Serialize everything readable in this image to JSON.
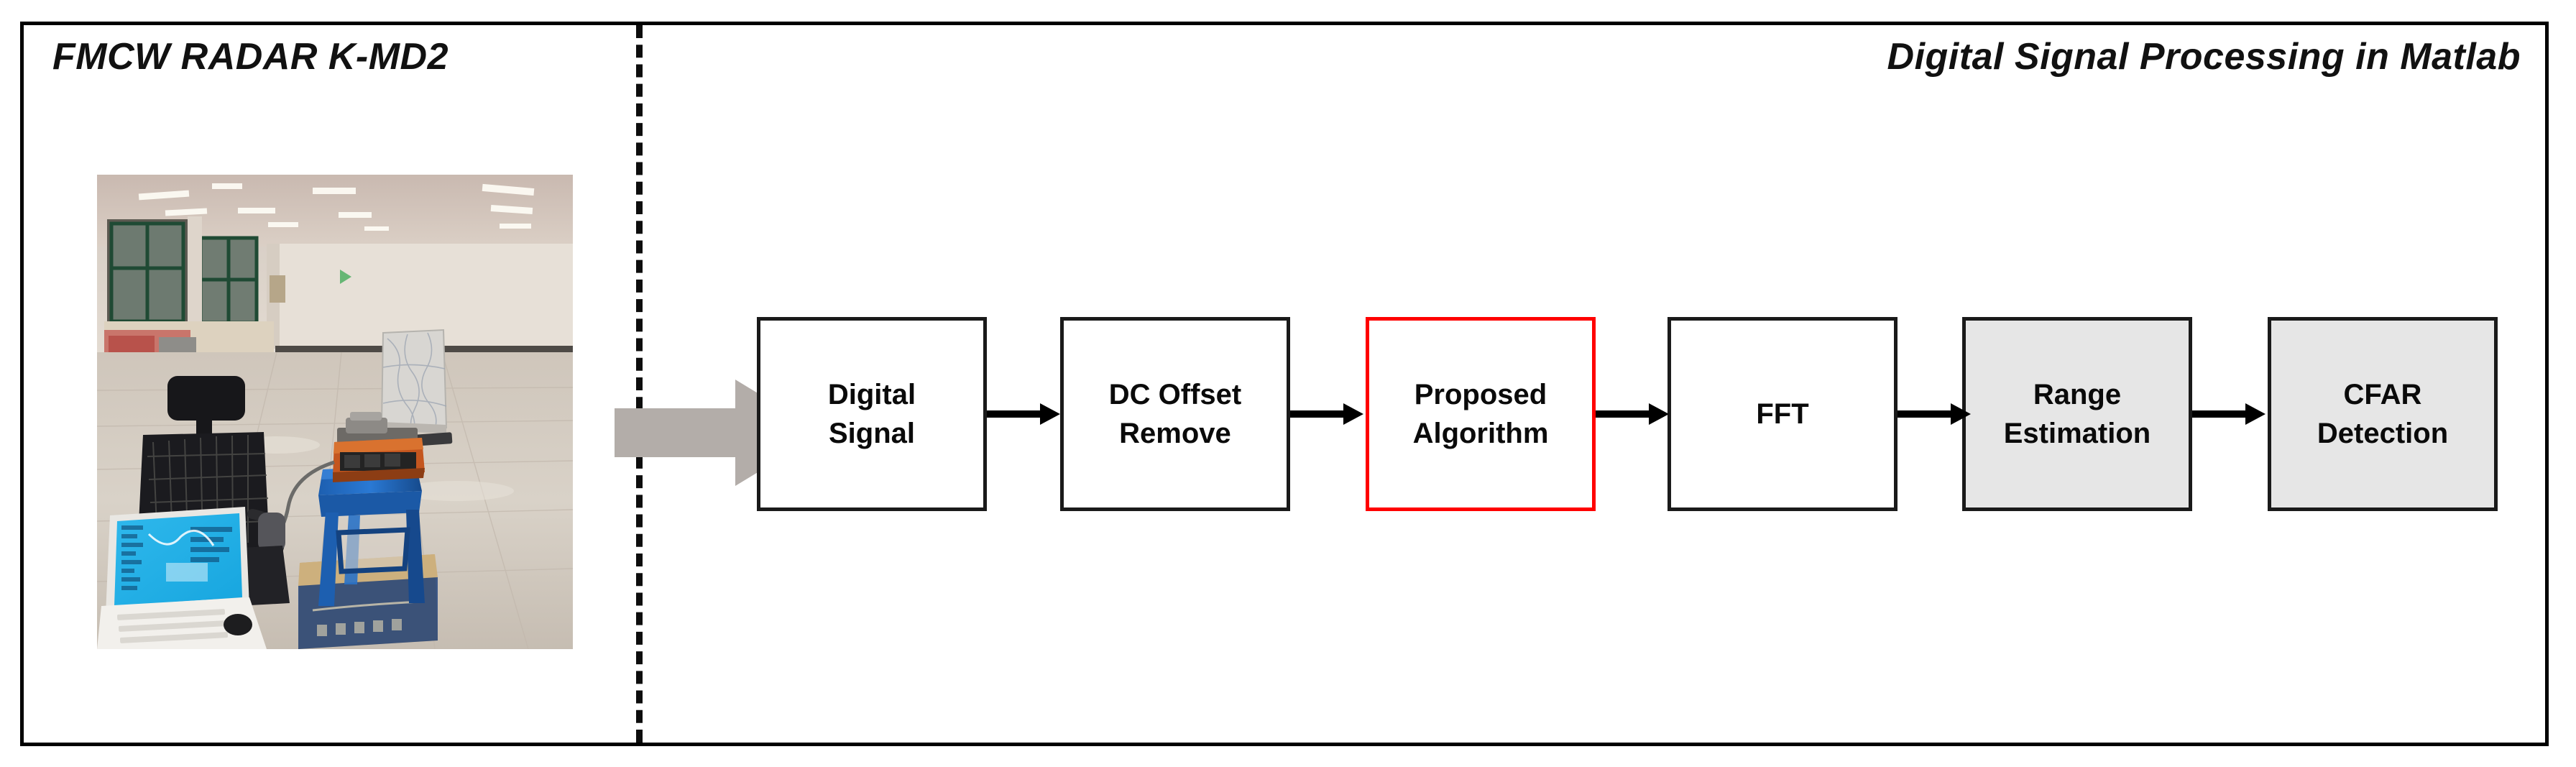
{
  "figure": {
    "title_left": "FMCW RADAR K-MD2",
    "title_right": "Digital Signal Processing in Matlab",
    "divider_style": "dashed",
    "frame_color": "#000000"
  },
  "photo": {
    "alt": "Indoor laboratory corridor with laptop on office chair, FMCW radar module on blue stool, and plastic-wrapped target box in the distance",
    "scene_elements": [
      "ceiling-fluorescent-lights",
      "windows-left-wall",
      "tiled-floor",
      "black-office-chair",
      "open-laptop-with-blue-screen",
      "orange-black-radar-module",
      "blue-plastic-stool",
      "cardboard-box-base",
      "wrapped-target-object"
    ]
  },
  "input_arrow": {
    "label": "",
    "color": "#b3ada9"
  },
  "flow": {
    "boxes": [
      {
        "id": "digital-signal",
        "label": "Digital\nSignal",
        "border_color": "#1a1a1a",
        "fill": "#ffffff",
        "highlighted": false
      },
      {
        "id": "dc-offset-remove",
        "label": "DC Offset\nRemove",
        "border_color": "#1a1a1a",
        "fill": "#ffffff",
        "highlighted": false
      },
      {
        "id": "proposed-algorithm",
        "label": "Proposed\nAlgorithm",
        "border_color": "#ff0000",
        "fill": "#ffffff",
        "highlighted": true
      },
      {
        "id": "fft",
        "label": "FFT",
        "border_color": "#1a1a1a",
        "fill": "#ffffff",
        "highlighted": false
      },
      {
        "id": "range-estimation",
        "label": "Range\nEstimation",
        "border_color": "#1a1a1a",
        "fill": "#e6e6e6",
        "highlighted": false
      },
      {
        "id": "cfar-detection",
        "label": "CFAR\nDetection",
        "border_color": "#1a1a1a",
        "fill": "#e6e6e6",
        "highlighted": false
      }
    ],
    "connector_count": 5,
    "connector_color": "#000000"
  }
}
